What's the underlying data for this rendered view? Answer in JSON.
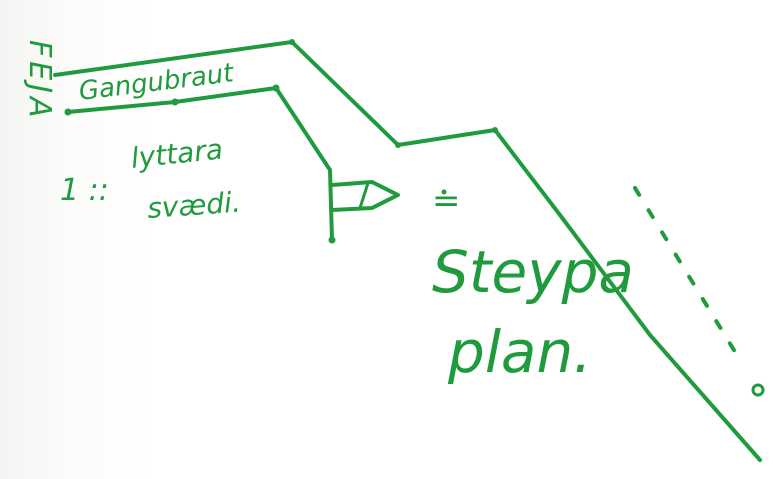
{
  "labels": {
    "side_text": "FEJA",
    "top_label": "Gangubraut",
    "middle_label_line1": "lyttara",
    "middle_label_line2": "svædi.",
    "ratio_marker": "1 ::",
    "equals_marker": "=",
    "main_label_line1": "Steypa",
    "main_label_line2": "plan."
  },
  "colors": {
    "ink": "#1f9b3e",
    "paper": "#ffffff"
  }
}
